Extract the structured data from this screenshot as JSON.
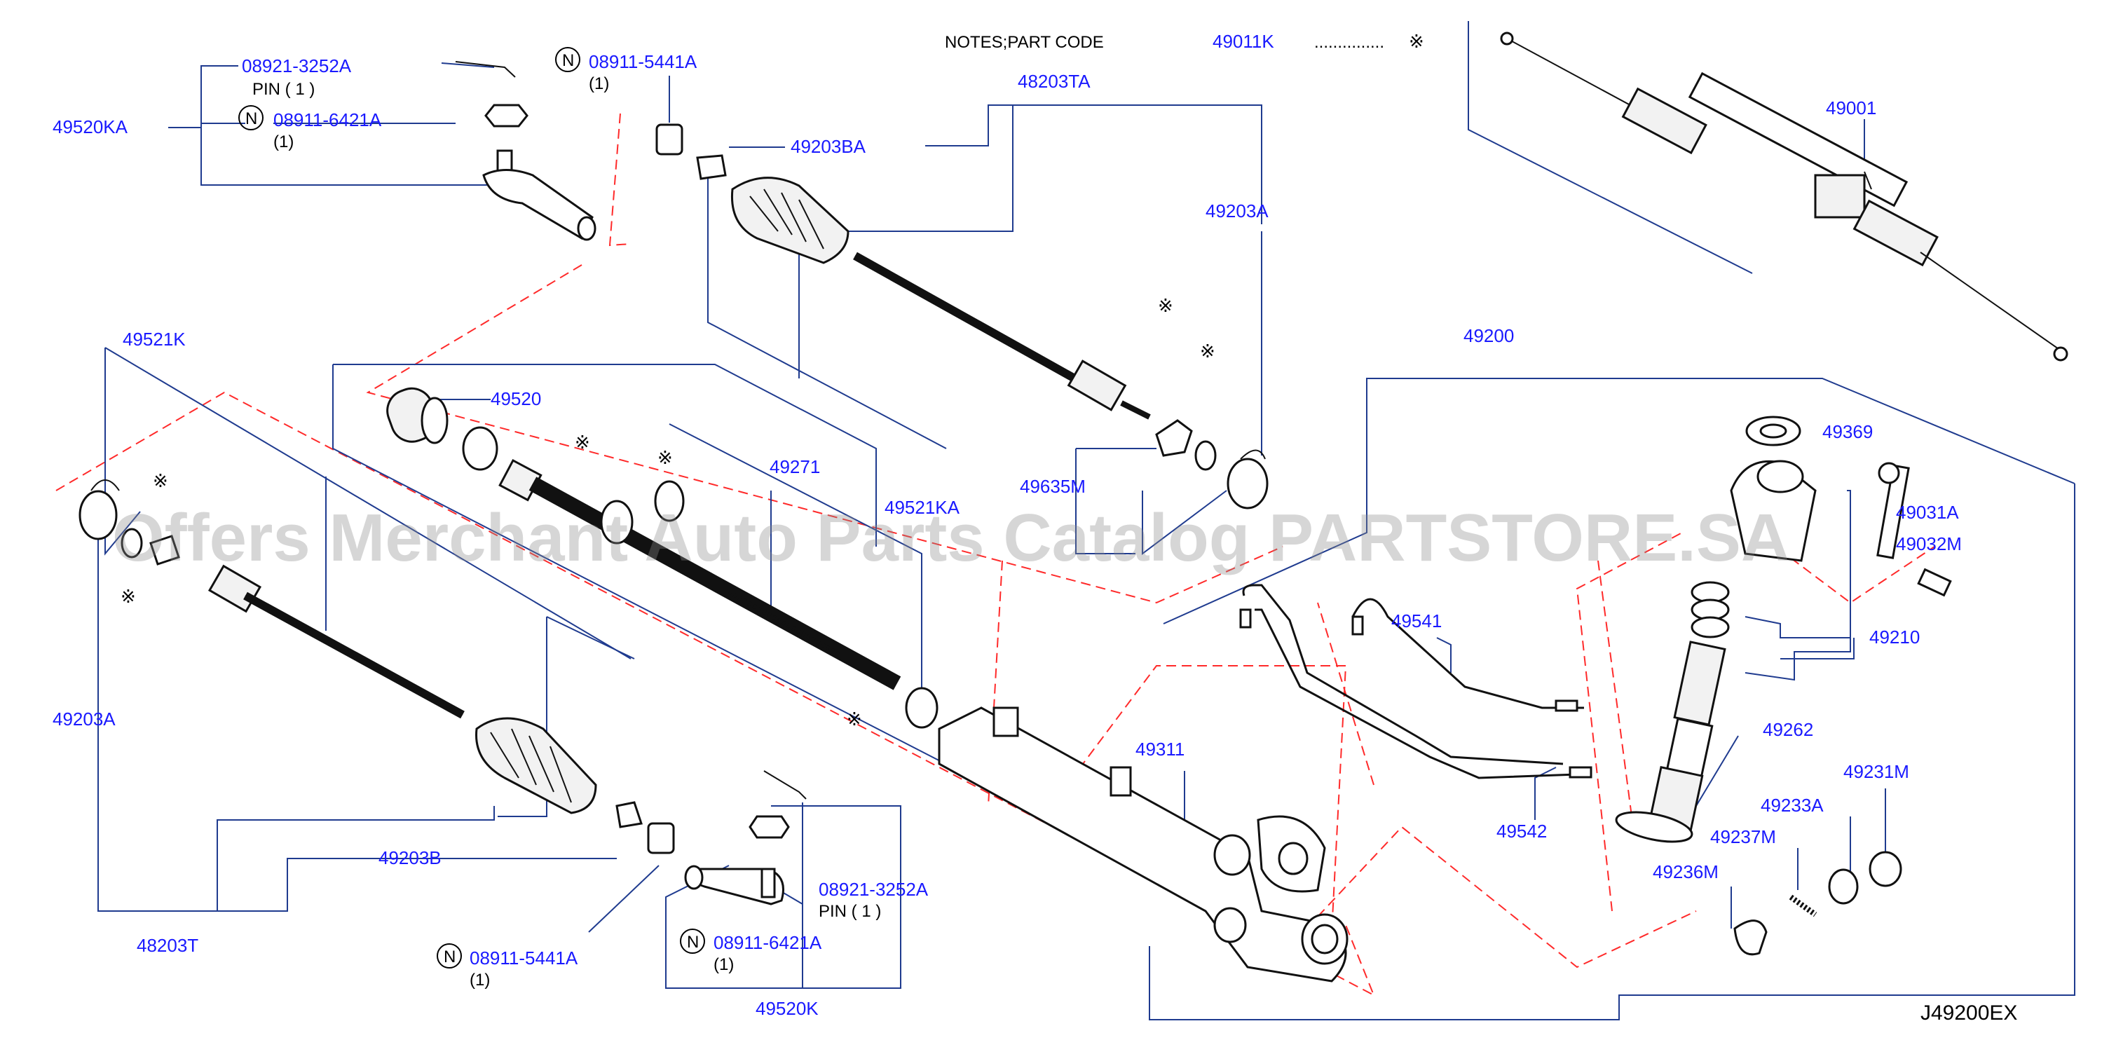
{
  "notes": {
    "prefix": "NOTES;PART   CODE",
    "code": "49011K",
    "dots": "...............",
    "mark": "※"
  },
  "diagram_code": "J49200EX",
  "watermark": "Offers Merchant Auto Parts Catalog PARTSTORE.SA",
  "labels": {
    "p49520KA": "49520KA",
    "p08921_top": "08921-3252A",
    "pin_top": "PIN  ( 1 )",
    "p08911_6421_top": "08911-6421A",
    "qty_6421_top": "(1)",
    "p08911_5441_top": "08911-5441A",
    "qty_5441_top": "(1)",
    "p48203TA": "48203TA",
    "p49203BA": "49203BA",
    "p49203A_r": "49203A",
    "p49001": "49001",
    "p49200": "49200",
    "p49521K": "49521K",
    "p49520": "49520",
    "p49271": "49271",
    "p49521KA": "49521KA",
    "p49635M": "49635M",
    "p49369": "49369",
    "p49031A": "49031A",
    "p49032M": "49032M",
    "p49541": "49541",
    "p49210": "49210",
    "p49203A_l": "49203A",
    "p49311": "49311",
    "p49262": "49262",
    "p49231M": "49231M",
    "p49233A": "49233A",
    "p49237M": "49237M",
    "p49236M": "49236M",
    "p49542": "49542",
    "p49203B": "49203B",
    "p48203T": "48203T",
    "p08921_bot": "08921-3252A",
    "pin_bot": "PIN   ( 1 )",
    "p08911_6421_bot": "08911-6421A",
    "qty_6421_bot": "(1)",
    "p08911_5441_bot": "08911-5441A",
    "qty_5441_bot": "(1)",
    "p49520K": "49520K"
  },
  "n_symbol": "N",
  "ref_mark": "※"
}
